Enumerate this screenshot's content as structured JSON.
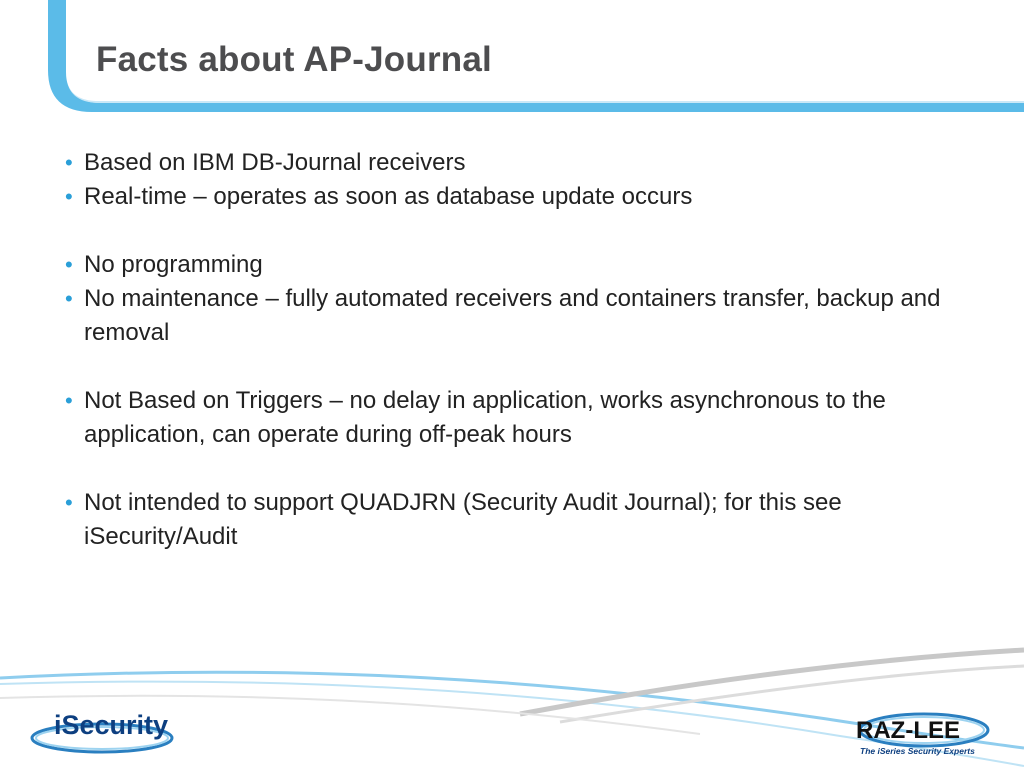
{
  "slide": {
    "title": "Facts about AP-Journal",
    "bullets": [
      {
        "text": "Based on IBM DB-Journal receivers",
        "gap_before": false
      },
      {
        "text": "Real-time – operates as soon as database update occurs",
        "gap_before": false
      },
      {
        "text": "No programming",
        "gap_before": true
      },
      {
        "text": "No maintenance – fully automated receivers and containers transfer, backup and removal",
        "gap_before": false
      },
      {
        "text": "Not Based on Triggers – no delay in application, works asynchronous to the application, can operate during off-peak hours",
        "gap_before": true
      },
      {
        "text": "Not intended to support QUADJRN (Security Audit Journal); for this see iSecurity/Audit",
        "gap_before": true
      }
    ],
    "bullet_glyph": "•"
  },
  "footer": {
    "left_logo_text": "iSecurity",
    "right_logo_text": "RAZ-LEE",
    "right_logo_tagline": "The iSeries Security Experts"
  },
  "colors": {
    "accent_blue": "#5bbbe8",
    "title_gray": "#4d4d4f",
    "bullet_blue": "#2a9fd8"
  }
}
